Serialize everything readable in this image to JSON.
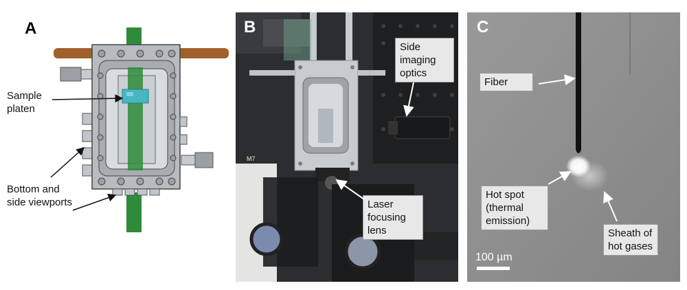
{
  "panels": {
    "a": {
      "letter": "A",
      "labels": {
        "sample_platen": "Sample platen",
        "viewports": "Bottom and side viewports"
      }
    },
    "b": {
      "letter": "B",
      "labels": {
        "side_imaging": "Side imaging optics",
        "laser_lens": "Laser focusing lens"
      },
      "photo_marking": "M7"
    },
    "c": {
      "letter": "C",
      "labels": {
        "fiber": "Fiber",
        "hot_spot": "Hot spot (thermal emission)",
        "sheath": "Sheath of hot gases"
      },
      "scale_bar": "100 µm"
    }
  },
  "colors": {
    "chamber_steel": "#b8bcc0",
    "fiber_tube_green": "#2e8b3a",
    "copper_tube": "#a0602a",
    "platen_teal": "#49b6c4",
    "annotation_box": "#e8e8e8",
    "micrograph_gray": "#8f8f8f"
  }
}
